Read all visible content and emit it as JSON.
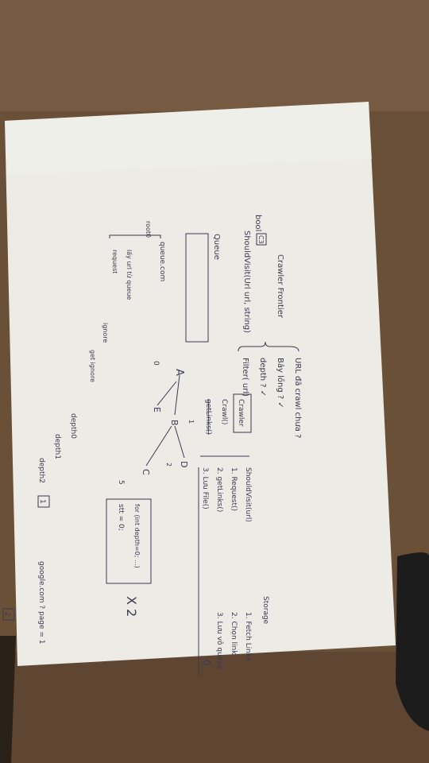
{
  "photo": {
    "background_color": "#6b5038",
    "paper_color": "#ecebe6",
    "ink_color": "#3a3a52",
    "object_color": "#1c1c1c"
  },
  "notes": {
    "title": "Crawler Frontier",
    "marker_top": "C3",
    "bool_label": "bool",
    "should_visit": "ShouldVisit(Url url, string)",
    "url_crawl": "URL đã crawl chưa ?",
    "bay_long": "Bảy lồng ? ✓",
    "depth_q": "depth ? ✓",
    "filter_url": "Filter( url)",
    "queue_label": "Queue",
    "root": "root0",
    "queue_com": "queue.com",
    "lay_url_tu": "lấy url từ queue",
    "request": "request",
    "crawler_box": "Crawler",
    "crawl_call": "Crawl()",
    "get_links": "getLinks()",
    "step1": "1. Request()",
    "step2": "2. getLinks()",
    "step3": "3. Lưu File()",
    "should_visit_short": "ShouldVisit(url)",
    "storage": "Storage",
    "fetch_links": "1. Fetch Links",
    "chon_link": "2. Chọn link",
    "luu_queue": "3. Lưu vô queue",
    "tree_a": "A",
    "tree_b": "B",
    "tree_c": "C",
    "tree_d": "D",
    "tree_e": "E",
    "tree_zero": "0",
    "tree_one": "1",
    "tree_two": "2",
    "tree_five": "5",
    "ignore": "ignore",
    "get_ignore": "get ignore",
    "depth0": "depth0",
    "depth1": "depth1",
    "depth2": "depth2",
    "marker_one": "1",
    "for_loop": "for (int depth=0; ...)",
    "stt": "stt = 0;",
    "google": "google.com ? page = 1",
    "marker_two": "2",
    "times_two": "X 2",
    "zero": "0"
  }
}
